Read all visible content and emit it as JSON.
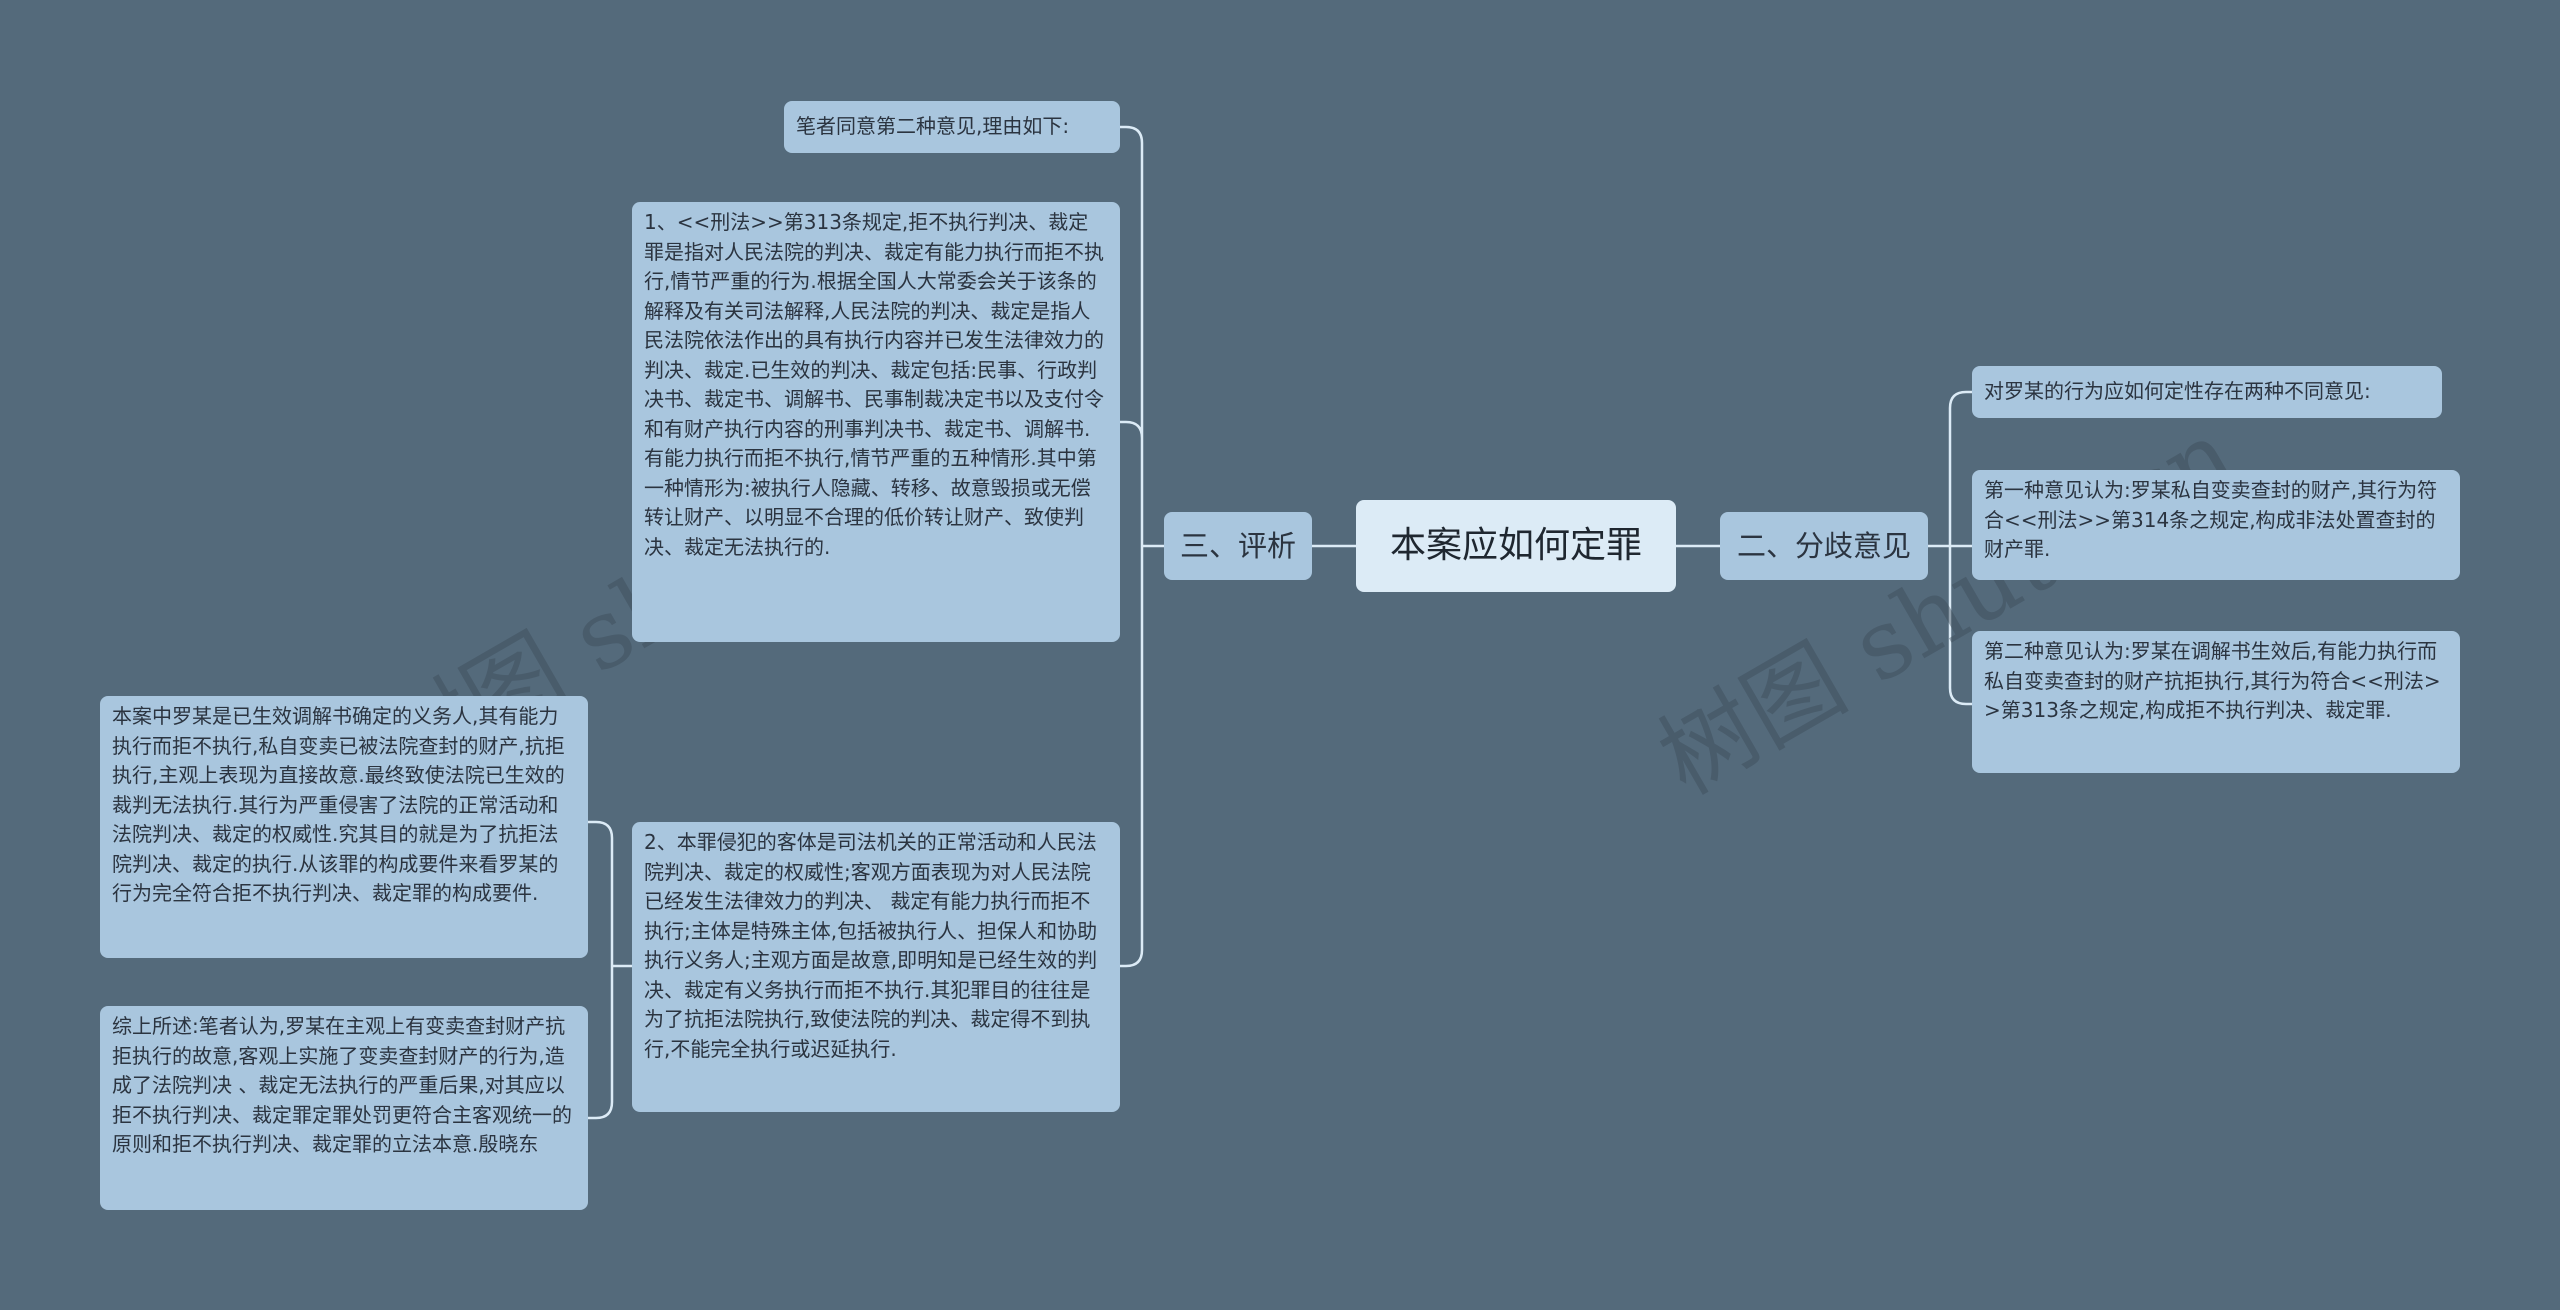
{
  "root": {
    "label": "本案应如何定罪"
  },
  "branches": {
    "left": {
      "label": "三、评析"
    },
    "right": {
      "label": "二、分歧意见"
    }
  },
  "left_nodes": {
    "intro": "笔者同意第二种意见,理由如下:",
    "point1": "1、<<刑法>>第313条规定,拒不执行判决、裁定罪是指对人民法院的判决、裁定有能力执行而拒不执行,情节严重的行为.根据全国人大常委会关于该条的解释及有关司法解释,人民法院的判决、裁定是指人民法院依法作出的具有执行内容并已发生法律效力的判决、裁定.已生效的判决、裁定包括:民事、行政判决书、裁定书、调解书、民事制裁决定书以及支付令和有财产执行内容的刑事判决书、裁定书、调解书.有能力执行而拒不执行,情节严重的五种情形.其中第一种情形为:被执行人隐藏、转移、故意毁损或无偿转让财产、以明显不合理的低价转让财产、致使判决、裁定无法执行的.",
    "point2": "2、本罪侵犯的客体是司法机关的正常活动和人民法院判决、裁定的权威性;客观方面表现为对人民法院已经发生法律效力的判决、 裁定有能力执行而拒不执行;主体是特殊主体,包括被执行人、担保人和协助执行义务人;主观方面是故意,即明知是已经生效的判决、裁定有义务执行而拒不执行.其犯罪目的往往是为了抗拒法院执行,致使法院的判决、裁定得不到执行,不能完全执行或迟延执行.",
    "sub1": "本案中罗某是已生效调解书确定的义务人,其有能力执行而拒不执行,私自变卖已被法院查封的财产,抗拒执行,主观上表现为直接故意.最终致使法院已生效的裁判无法执行.其行为严重侵害了法院的正常活动和法院判决、裁定的权威性.究其目的就是为了抗拒法院判决、裁定的执行.从该罪的构成要件来看罗某的行为完全符合拒不执行判决、裁定罪的构成要件.",
    "sub2": "综上所述:笔者认为,罗某在主观上有变卖查封财产抗拒执行的故意,客观上实施了变卖查封财产的行为,造成了法院判决 、裁定无法执行的严重后果,对其应以拒不执行判决、裁定罪定罪处罚更符合主客观统一的原则和拒不执行判决、裁定罪的立法本意.殷晓东"
  },
  "right_nodes": {
    "intro": "对罗某的行为应如何定性存在两种不同意见:",
    "opinion1": "第一种意见认为:罗某私自变卖查封的财产,其行为符合<<刑法>>第314条之规定,构成非法处置查封的财产罪.",
    "opinion2": "第二种意见认为:罗某在调解书生效后,有能力执行而私自变卖查封的财产抗拒执行,其行为符合<<刑法>>第313条之规定,构成拒不执行判决、裁定罪."
  },
  "watermarks": [
    "树图 shutu.cn",
    "树图 shutu.cn"
  ],
  "colors": {
    "background": "#546a7b",
    "node_fill": "#a9c6de",
    "root_fill": "#dcebf6",
    "connector": "#dcebf6"
  }
}
